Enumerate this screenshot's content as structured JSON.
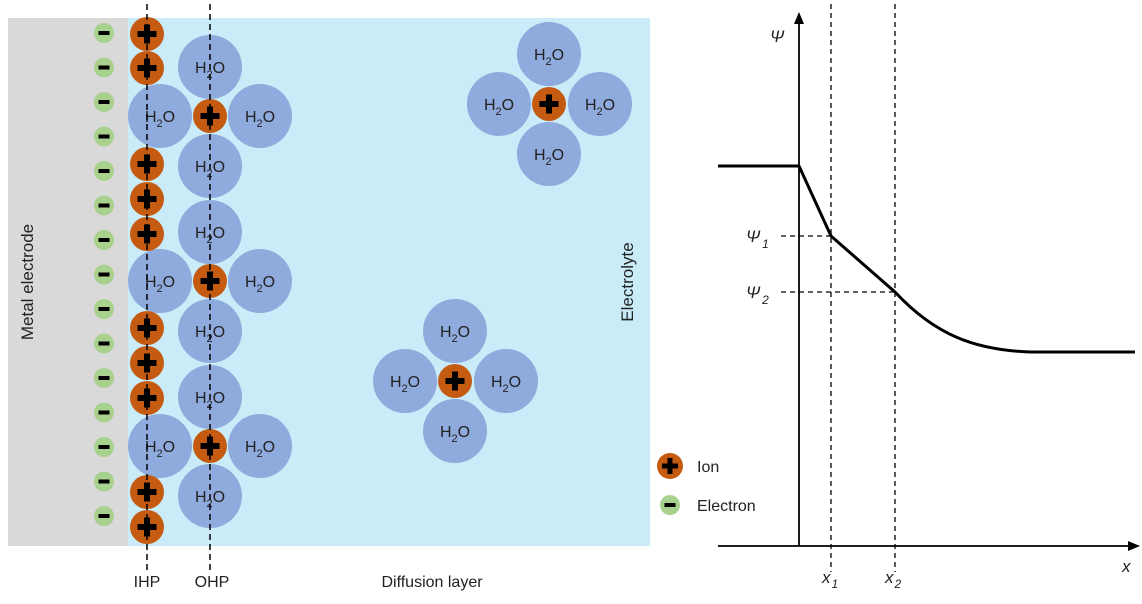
{
  "labels": {
    "metal_electrode": "Metal electrode",
    "electrolyte": "Electrolyte",
    "ihp": "IHP",
    "ohp": "OHP",
    "diffusion_layer": "Diffusion layer",
    "water": "H",
    "water_sub": "2",
    "water_tail": "O"
  },
  "legend": {
    "ion": "Ion",
    "electron": "Electron"
  },
  "plot": {
    "y_axis_label": "Ψ",
    "x_axis_label": "x",
    "psi1_label": "Ψ",
    "psi1_sub": "1",
    "psi2_label": "Ψ",
    "psi2_sub": "2",
    "x1_label": "x",
    "x1_sub": "1",
    "x2_label": "x",
    "x2_sub": "2"
  },
  "colors": {
    "metal": "#d9d9d9",
    "electrolyte": "#c9ecf8",
    "water": "#8faadc",
    "ion": "#c55a11",
    "electron": "#a9d18e",
    "electron_mark": "#5a8a3a"
  }
}
